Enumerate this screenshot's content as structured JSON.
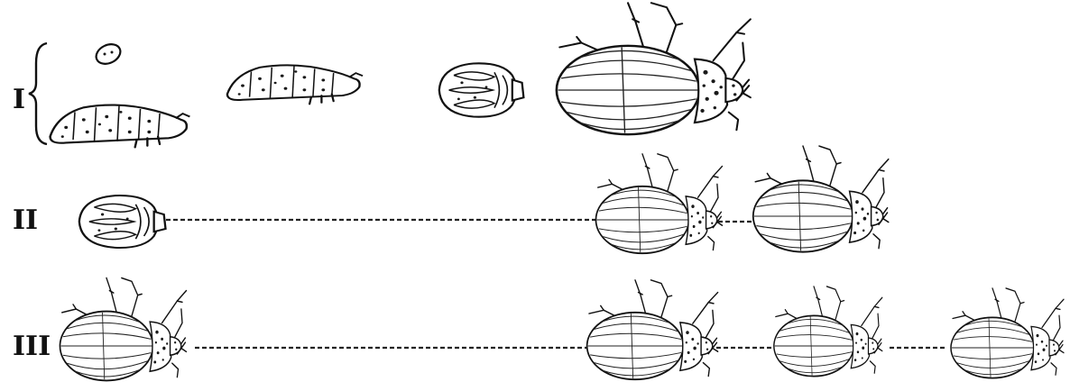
{
  "rows": [
    {
      "label": "I",
      "stages": [
        "egg",
        "larva",
        "larva",
        "pupa",
        "beetle"
      ]
    },
    {
      "label": "II",
      "stages": [
        "pupa",
        "beetle",
        "beetle"
      ]
    },
    {
      "label": "III",
      "stages": [
        "beetle",
        "beetle",
        "beetle",
        "beetle"
      ]
    }
  ],
  "colors": {
    "ink": "#111111",
    "paper": "#ffffff"
  }
}
